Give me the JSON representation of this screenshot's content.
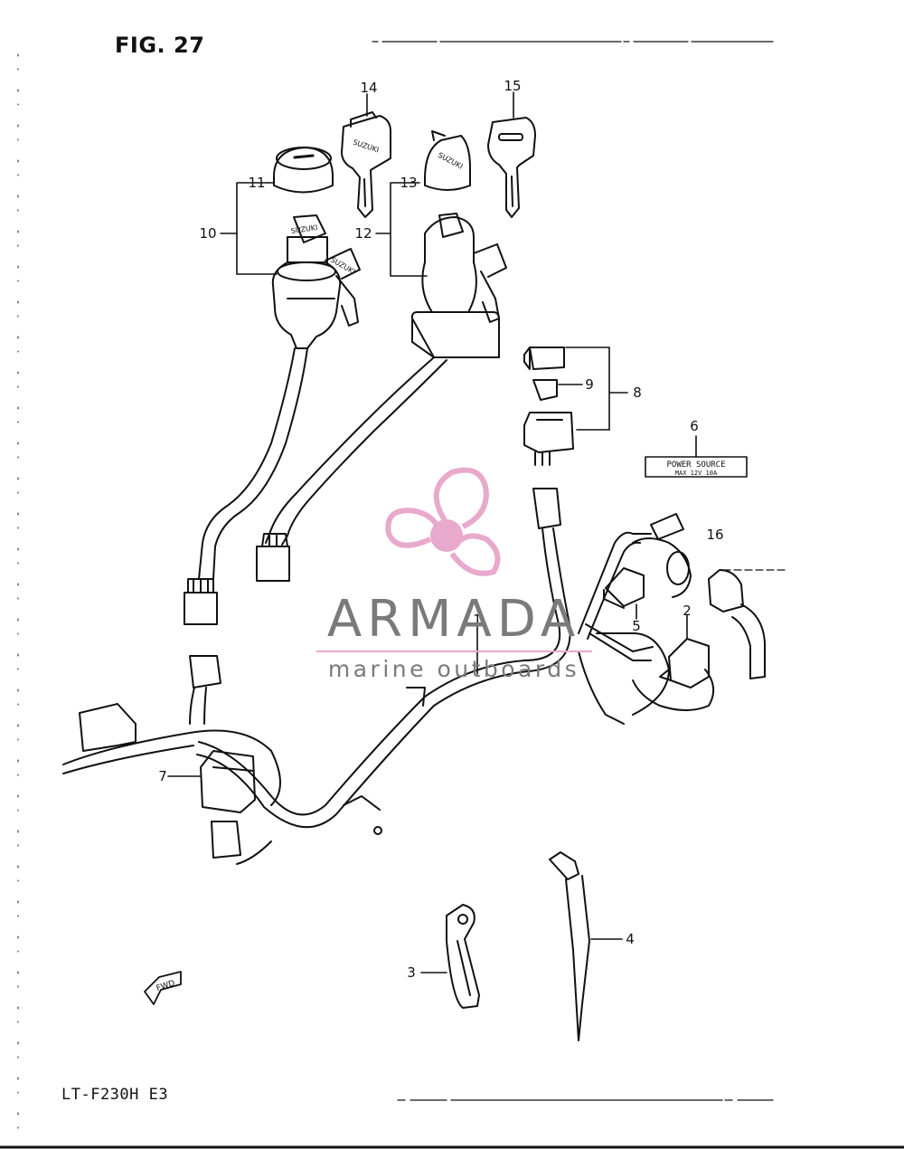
{
  "figure_title": "FIG. 27",
  "model_code": "LT-F230H E3",
  "watermark": {
    "name": "ARMADA",
    "tagline": "marine outboards",
    "color": "#e8a9cc",
    "text_color": "#7a7a7a"
  },
  "callouts": [
    "1",
    "2",
    "3",
    "4",
    "5",
    "6",
    "7",
    "8",
    "9",
    "10",
    "11",
    "12",
    "13",
    "14",
    "15",
    "16"
  ],
  "decal": {
    "line1": "POWER   SOURCE",
    "line2": "MAX    12V  10A"
  },
  "key_text": "SUZUKI",
  "fwd_label": "FWD",
  "colors": {
    "ink": "#111111",
    "paper": "#ffffff",
    "watermark_pink": "#e8a9cc"
  }
}
